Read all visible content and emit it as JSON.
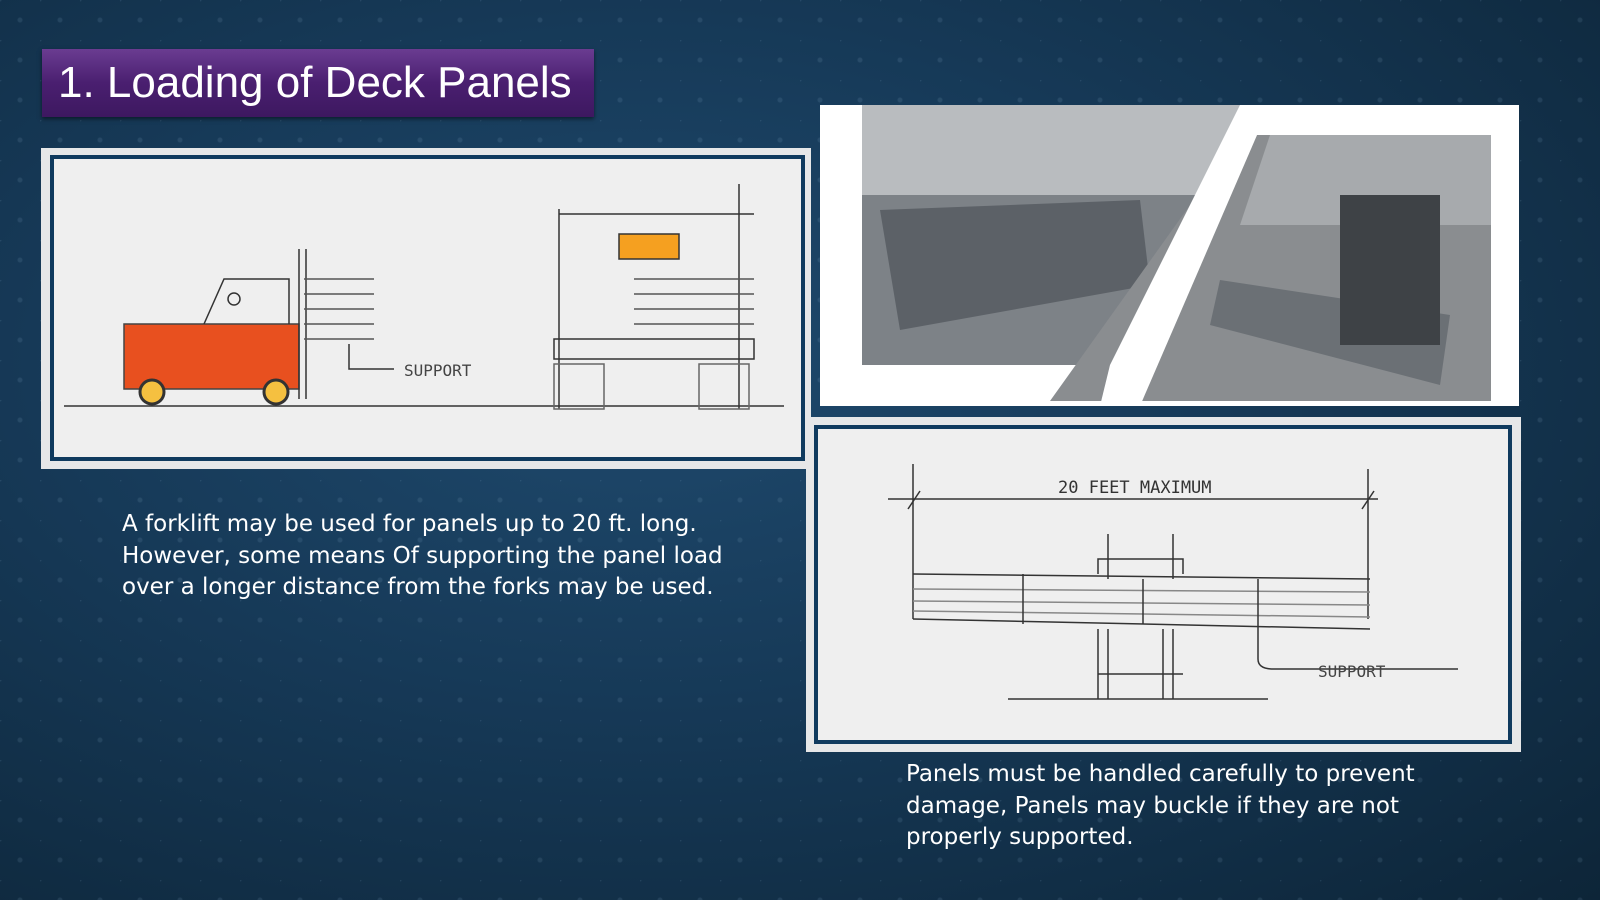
{
  "slide": {
    "title": "1. Loading of Deck Panels",
    "left_caption": [
      "A forklift may be used for panels up to 20 ft. long.",
      "However, some means Of supporting the panel load",
      "over a longer distance from the forks may be used."
    ],
    "right_caption": [
      "Panels must be handled carefully to prevent",
      "damage, Panels may buckle if they are not",
      "properly supported."
    ],
    "sketch_left_label": "SUPPORT",
    "sketch_right_dimension": "20 FEET MAXIMUM",
    "sketch_right_label": "SUPPORT"
  }
}
